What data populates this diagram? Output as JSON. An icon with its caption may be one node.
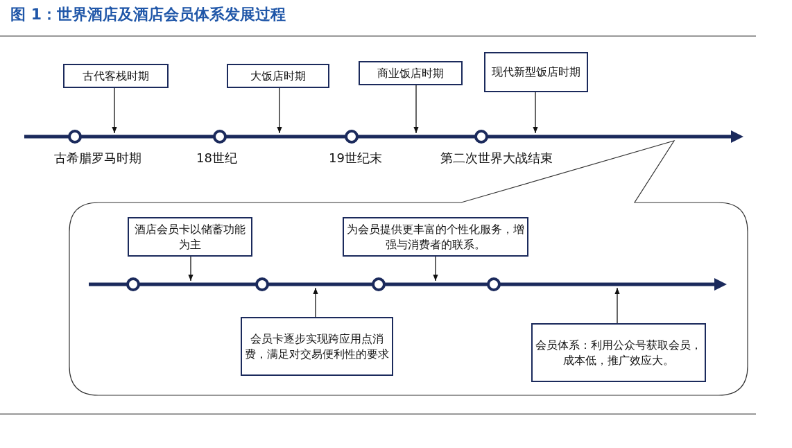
{
  "diagram": {
    "title": "图 1：世界酒店及酒店会员体系发展过程",
    "nodes": [
      {
        "text": [
          "古代客栈时期"
        ]
      },
      {
        "text": [
          "大饭店时期"
        ]
      },
      {
        "text": [
          "商业饭店时期"
        ]
      },
      {
        "text": [
          "现代新型饭店时期"
        ]
      },
      {
        "text": [],
        "shape": "box"
      },
      {
        "text": [
          "酒店会员卡以储蓄功能为主"
        ],
        "in": 4
      },
      {
        "text": [
          "为会员提供更丰富的个性化服务，增强与消费者的联系。"
        ],
        "in": 4
      },
      {
        "text": [
          "会员卡逐步实现跨应用点消费，满足对交易便利性的要求"
        ],
        "in": 4
      },
      {
        "text": [
          "会员体系：利用公众号获取会员，成本低，推广效应大。"
        ],
        "in": 4
      }
    ],
    "edges": [
      {
        "from": 0,
        "to": null,
        "arrow": "to"
      },
      {
        "from": 1,
        "to": null,
        "arrow": "to"
      },
      {
        "from": 2,
        "to": null,
        "arrow": "to"
      },
      {
        "from": 3,
        "to": null,
        "arrow": "to"
      },
      {
        "from": 5,
        "to": null,
        "arrow": "to"
      },
      {
        "from": 6,
        "to": null,
        "arrow": "to"
      },
      {
        "from": 7,
        "to": null,
        "arrow": "to"
      },
      {
        "from": 8,
        "to": null,
        "arrow": "to"
      }
    ],
    "labels": [
      "古希腊罗马时期",
      "18世纪",
      "19世纪末",
      "第二次世界大战结束"
    ]
  }
}
